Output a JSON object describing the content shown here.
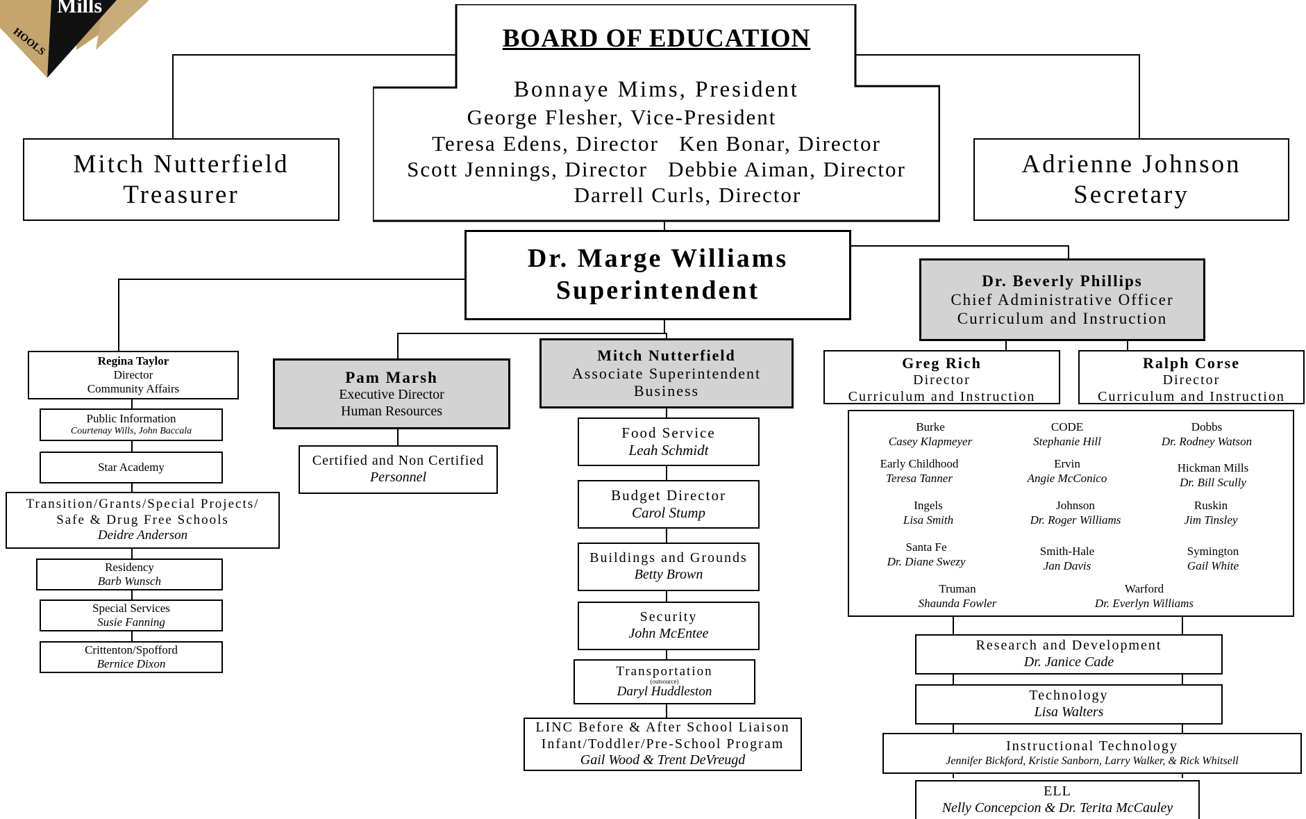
{
  "logo": {
    "text_top": "Mills",
    "text_side": "HOOLS"
  },
  "board": {
    "title": "BOARD OF EDUCATION",
    "members": [
      "Bonnaye Mims, President",
      "George Flesher, Vice-President",
      "Teresa Edens, Director",
      "Ken Bonar, Director",
      "Scott Jennings, Director",
      "Debbie Aiman, Director",
      "Darrell Curls, Director"
    ]
  },
  "treasurer": {
    "name": "Mitch Nutterfield",
    "title": "Treasurer"
  },
  "secretary": {
    "name": "Adrienne Johnson",
    "title": "Secretary"
  },
  "superintendent": {
    "name": "Dr. Marge Williams",
    "title": "Superintendent"
  },
  "cao": {
    "name": "Dr. Beverly Phillips",
    "title": "Chief Administrative Officer",
    "dept": "Curriculum and Instruction"
  },
  "community": {
    "head": {
      "name": "Regina Taylor",
      "title": "Director",
      "dept": "Community Affairs"
    },
    "units": [
      {
        "title": "Public Information",
        "people": "Courtenay Wills, John Baccala"
      },
      {
        "title": "Star Academy",
        "people": ""
      },
      {
        "title": "Transition/Grants/Special Projects/",
        "title2": "Safe & Drug Free Schools",
        "people": "Deidre Anderson"
      },
      {
        "title": "Residency",
        "people": "Barb Wunsch"
      },
      {
        "title": "Special Services",
        "people": "Susie Fanning"
      },
      {
        "title": "Crittenton/Spofford",
        "people": "Bernice Dixon"
      }
    ]
  },
  "hr": {
    "head": {
      "name": "Pam Marsh",
      "title": "Executive Director",
      "dept": "Human Resources"
    },
    "unit": {
      "title": "Certified and Non Certified",
      "people": "Personnel"
    }
  },
  "business": {
    "head": {
      "name": "Mitch Nutterfield",
      "title": "Associate Superintendent",
      "dept": "Business"
    },
    "units": [
      {
        "title": "Food Service",
        "people": "Leah Schmidt"
      },
      {
        "title": "Budget Director",
        "people": "Carol Stump"
      },
      {
        "title": "Buildings and Grounds",
        "people": "Betty Brown"
      },
      {
        "title": "Security",
        "people": "John McEntee"
      },
      {
        "title": "Transportation",
        "note": "(outsource)",
        "people": "Daryl Huddleston"
      },
      {
        "title": "LINC Before & After School Liaison",
        "title2": "Infant/Toddler/Pre-School Program",
        "people": "Gail Wood & Trent DeVreugd"
      }
    ]
  },
  "ci_directors": [
    {
      "name": "Greg Rich",
      "title": "Director",
      "dept": "Curriculum and Instruction"
    },
    {
      "name": "Ralph Corse",
      "title": "Director",
      "dept": "Curriculum and Instruction"
    }
  ],
  "schools": [
    {
      "school": "Burke",
      "principal": "Casey Klapmeyer"
    },
    {
      "school": "CODE",
      "principal": "Stephanie Hill"
    },
    {
      "school": "Dobbs",
      "principal": "Dr. Rodney Watson"
    },
    {
      "school": "Early Childhood",
      "principal": "Teresa Tanner"
    },
    {
      "school": "Ervin",
      "principal": "Angie McConico"
    },
    {
      "school": "Hickman Mills",
      "principal": "Dr. Bill Scully"
    },
    {
      "school": "Ingels",
      "principal": "Lisa Smith"
    },
    {
      "school": "Johnson",
      "principal": "Dr. Roger Williams"
    },
    {
      "school": "Ruskin",
      "principal": "Jim Tinsley"
    },
    {
      "school": "Santa Fe",
      "principal": "Dr. Diane Swezy"
    },
    {
      "school": "Smith-Hale",
      "principal": "Jan Davis"
    },
    {
      "school": "Symington",
      "principal": "Gail White"
    },
    {
      "school": "Truman",
      "principal": "Shaunda Fowler"
    },
    {
      "school": "Warford",
      "principal": "Dr. Everlyn Williams"
    }
  ],
  "ci_units": [
    {
      "title": "Research and Development",
      "people": "Dr. Janice Cade"
    },
    {
      "title": "Technology",
      "people": "Lisa Walters"
    },
    {
      "title": "Instructional Technology",
      "people": "Jennifer Bickford, Kristie Sanborn, Larry Walker, & Rick Whitsell"
    },
    {
      "title": "ELL",
      "people": "Nelly Concepcion & Dr. Terita McCauley"
    }
  ]
}
